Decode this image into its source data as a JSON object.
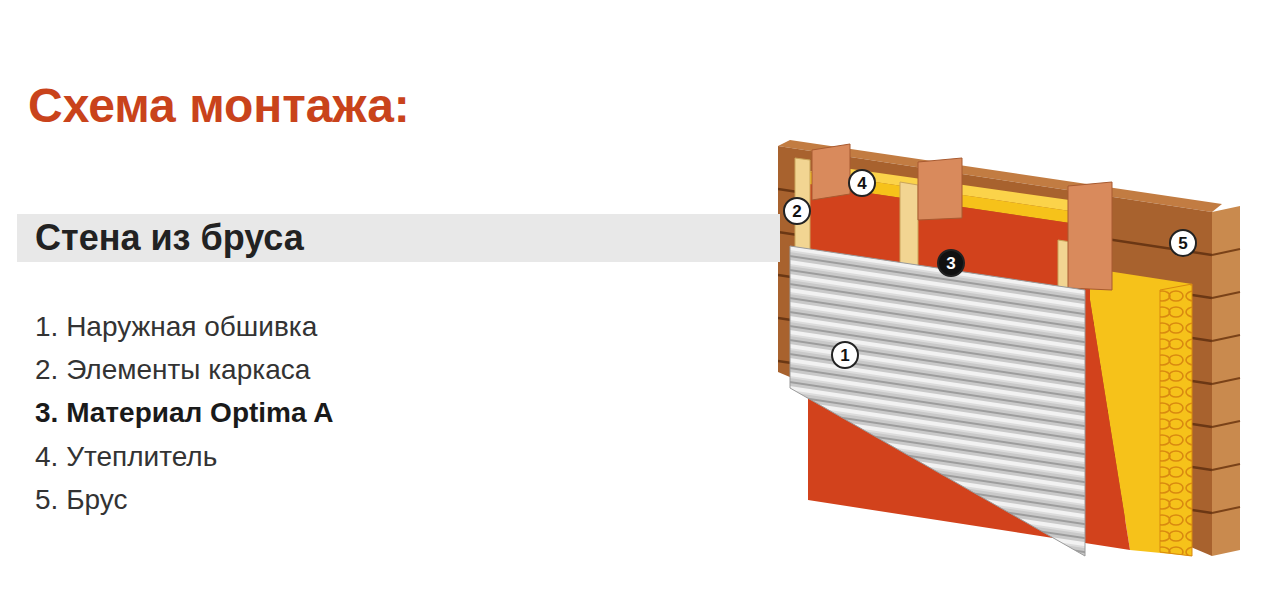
{
  "diagram": {
    "title": "Схема монтажа:",
    "nodes": [
      {
        "text": [
          "Стена из бруса"
        ]
      },
      {
        "text": [
          "1"
        ]
      },
      {
        "text": [
          "2"
        ]
      },
      {
        "text": [
          "3"
        ]
      },
      {
        "text": [
          "4"
        ]
      },
      {
        "text": [
          "5"
        ]
      }
    ],
    "labels": [
      "1. Наружная обшивка",
      "2. Элементы каркаса",
      "3. Материал Optima A",
      "4. Утеплитель",
      "5. Брус"
    ]
  }
}
